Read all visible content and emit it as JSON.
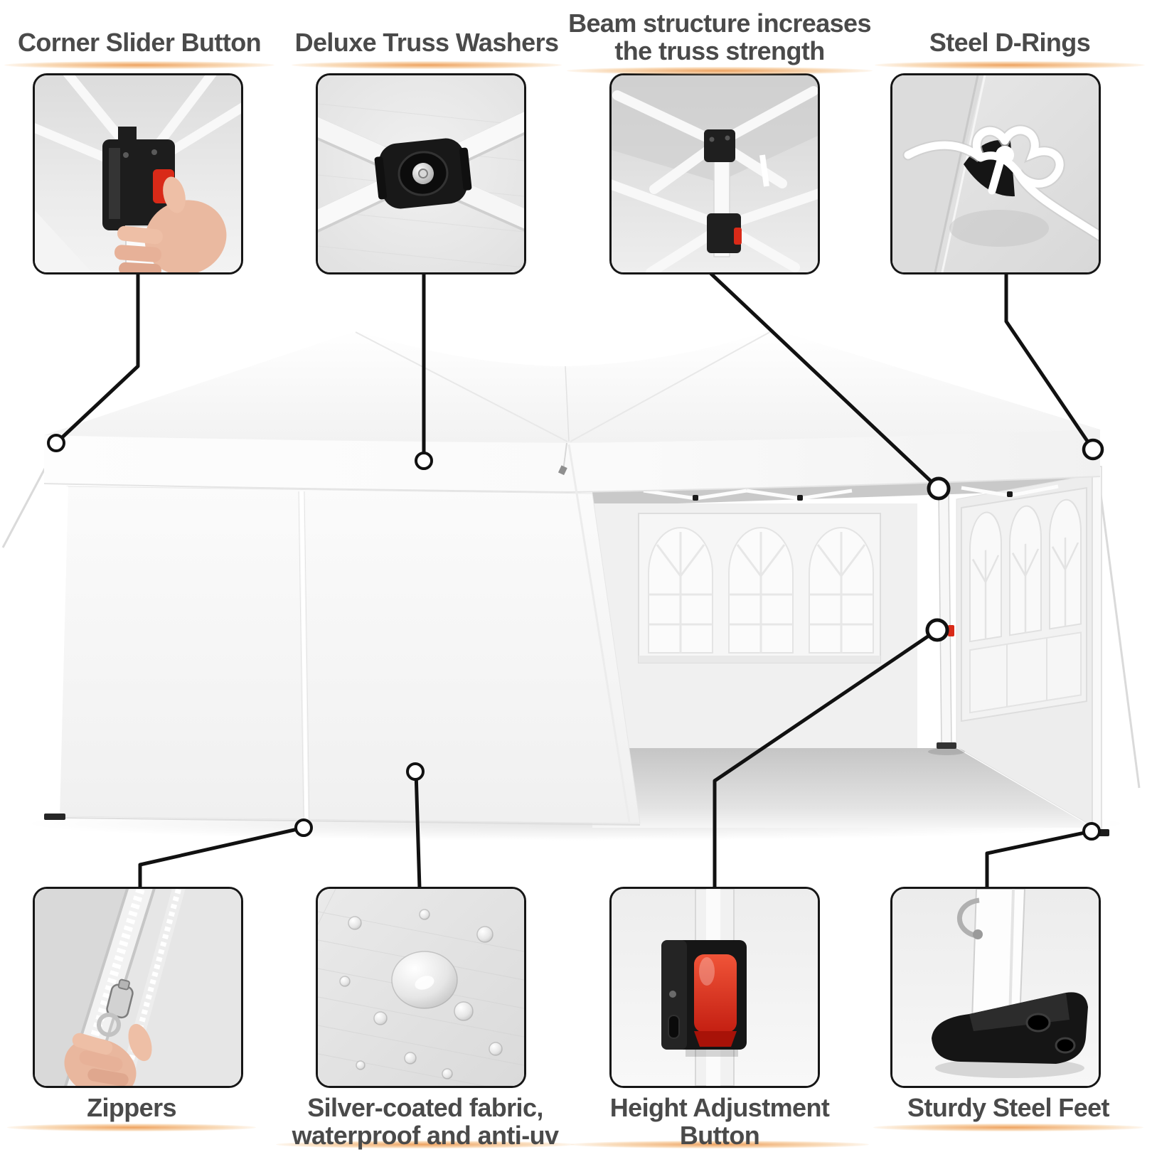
{
  "colors": {
    "accent_red": "#d92a18",
    "underline_orange": "#eea25f",
    "label_text": "#4a4a4a",
    "line_black": "#111111",
    "marker_fill": "#ffffff",
    "fabric_gray": "#e3e3e3"
  },
  "callouts": {
    "top": [
      {
        "id": "corner-slider",
        "label": "Corner Slider Button",
        "image": "hand-pressing-corner-slider-bracket"
      },
      {
        "id": "truss-washers",
        "label": "Deluxe Truss Washers",
        "image": "black-truss-washer-on-crossed-bars"
      },
      {
        "id": "beam-structure",
        "label": "Beam structure increases\nthe truss strength",
        "image": "canopy-underside-beam-truss"
      },
      {
        "id": "steel-d-rings",
        "label": "Steel D-Rings",
        "image": "rope-bow-tied-to-d-ring"
      }
    ],
    "bottom": [
      {
        "id": "zippers",
        "label": "Zippers",
        "image": "hand-pulling-sidewall-zipper"
      },
      {
        "id": "silver-fabric",
        "label": "Silver-coated fabric,\nwaterproof and anti-uv",
        "image": "water-droplets-on-fabric"
      },
      {
        "id": "height-adjustment",
        "label": "Height Adjustment\nButton",
        "image": "red-height-adjustment-toggle-on-leg"
      },
      {
        "id": "sturdy-feet",
        "label": "Sturdy Steel Feet",
        "image": "black-steel-foot-plate-on-leg"
      }
    ]
  }
}
